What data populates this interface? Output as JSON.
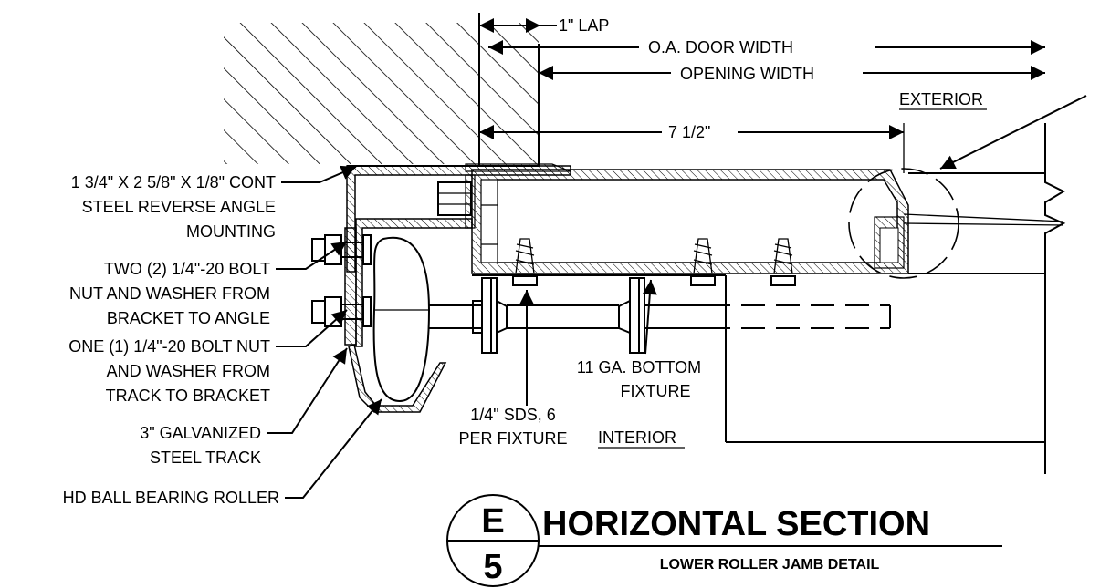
{
  "dimensions": {
    "lap": "1\" LAP",
    "oa_door_width": "O.A. DOOR WIDTH",
    "opening_width": "OPENING WIDTH",
    "seven_half": "7 1/2\""
  },
  "zones": {
    "exterior": "EXTERIOR",
    "interior": "INTERIOR"
  },
  "callouts": {
    "angle": [
      "1 3/4\" X 2 5/8\" X 1/8\" CONT",
      "STEEL REVERSE ANGLE",
      "MOUNTING"
    ],
    "two_bolt": [
      "TWO (2) 1/4\"-20 BOLT",
      "NUT AND WASHER FROM",
      "BRACKET TO ANGLE"
    ],
    "one_bolt": [
      "ONE (1) 1/4\"-20 BOLT NUT",
      "AND WASHER FROM",
      "TRACK TO BRACKET"
    ],
    "track": [
      "3\" GALVANIZED",
      "STEEL TRACK"
    ],
    "roller": [
      "HD BALL BEARING ROLLER"
    ],
    "fixture": [
      "11 GA. BOTTOM",
      "FIXTURE"
    ],
    "sds": [
      "1/4\" SDS, 6",
      "PER FIXTURE"
    ]
  },
  "title_block": {
    "title": "HORIZONTAL SECTION",
    "subtitle": "LOWER ROLLER JAMB DETAIL",
    "detail_letter": "E",
    "detail_number": "5"
  }
}
